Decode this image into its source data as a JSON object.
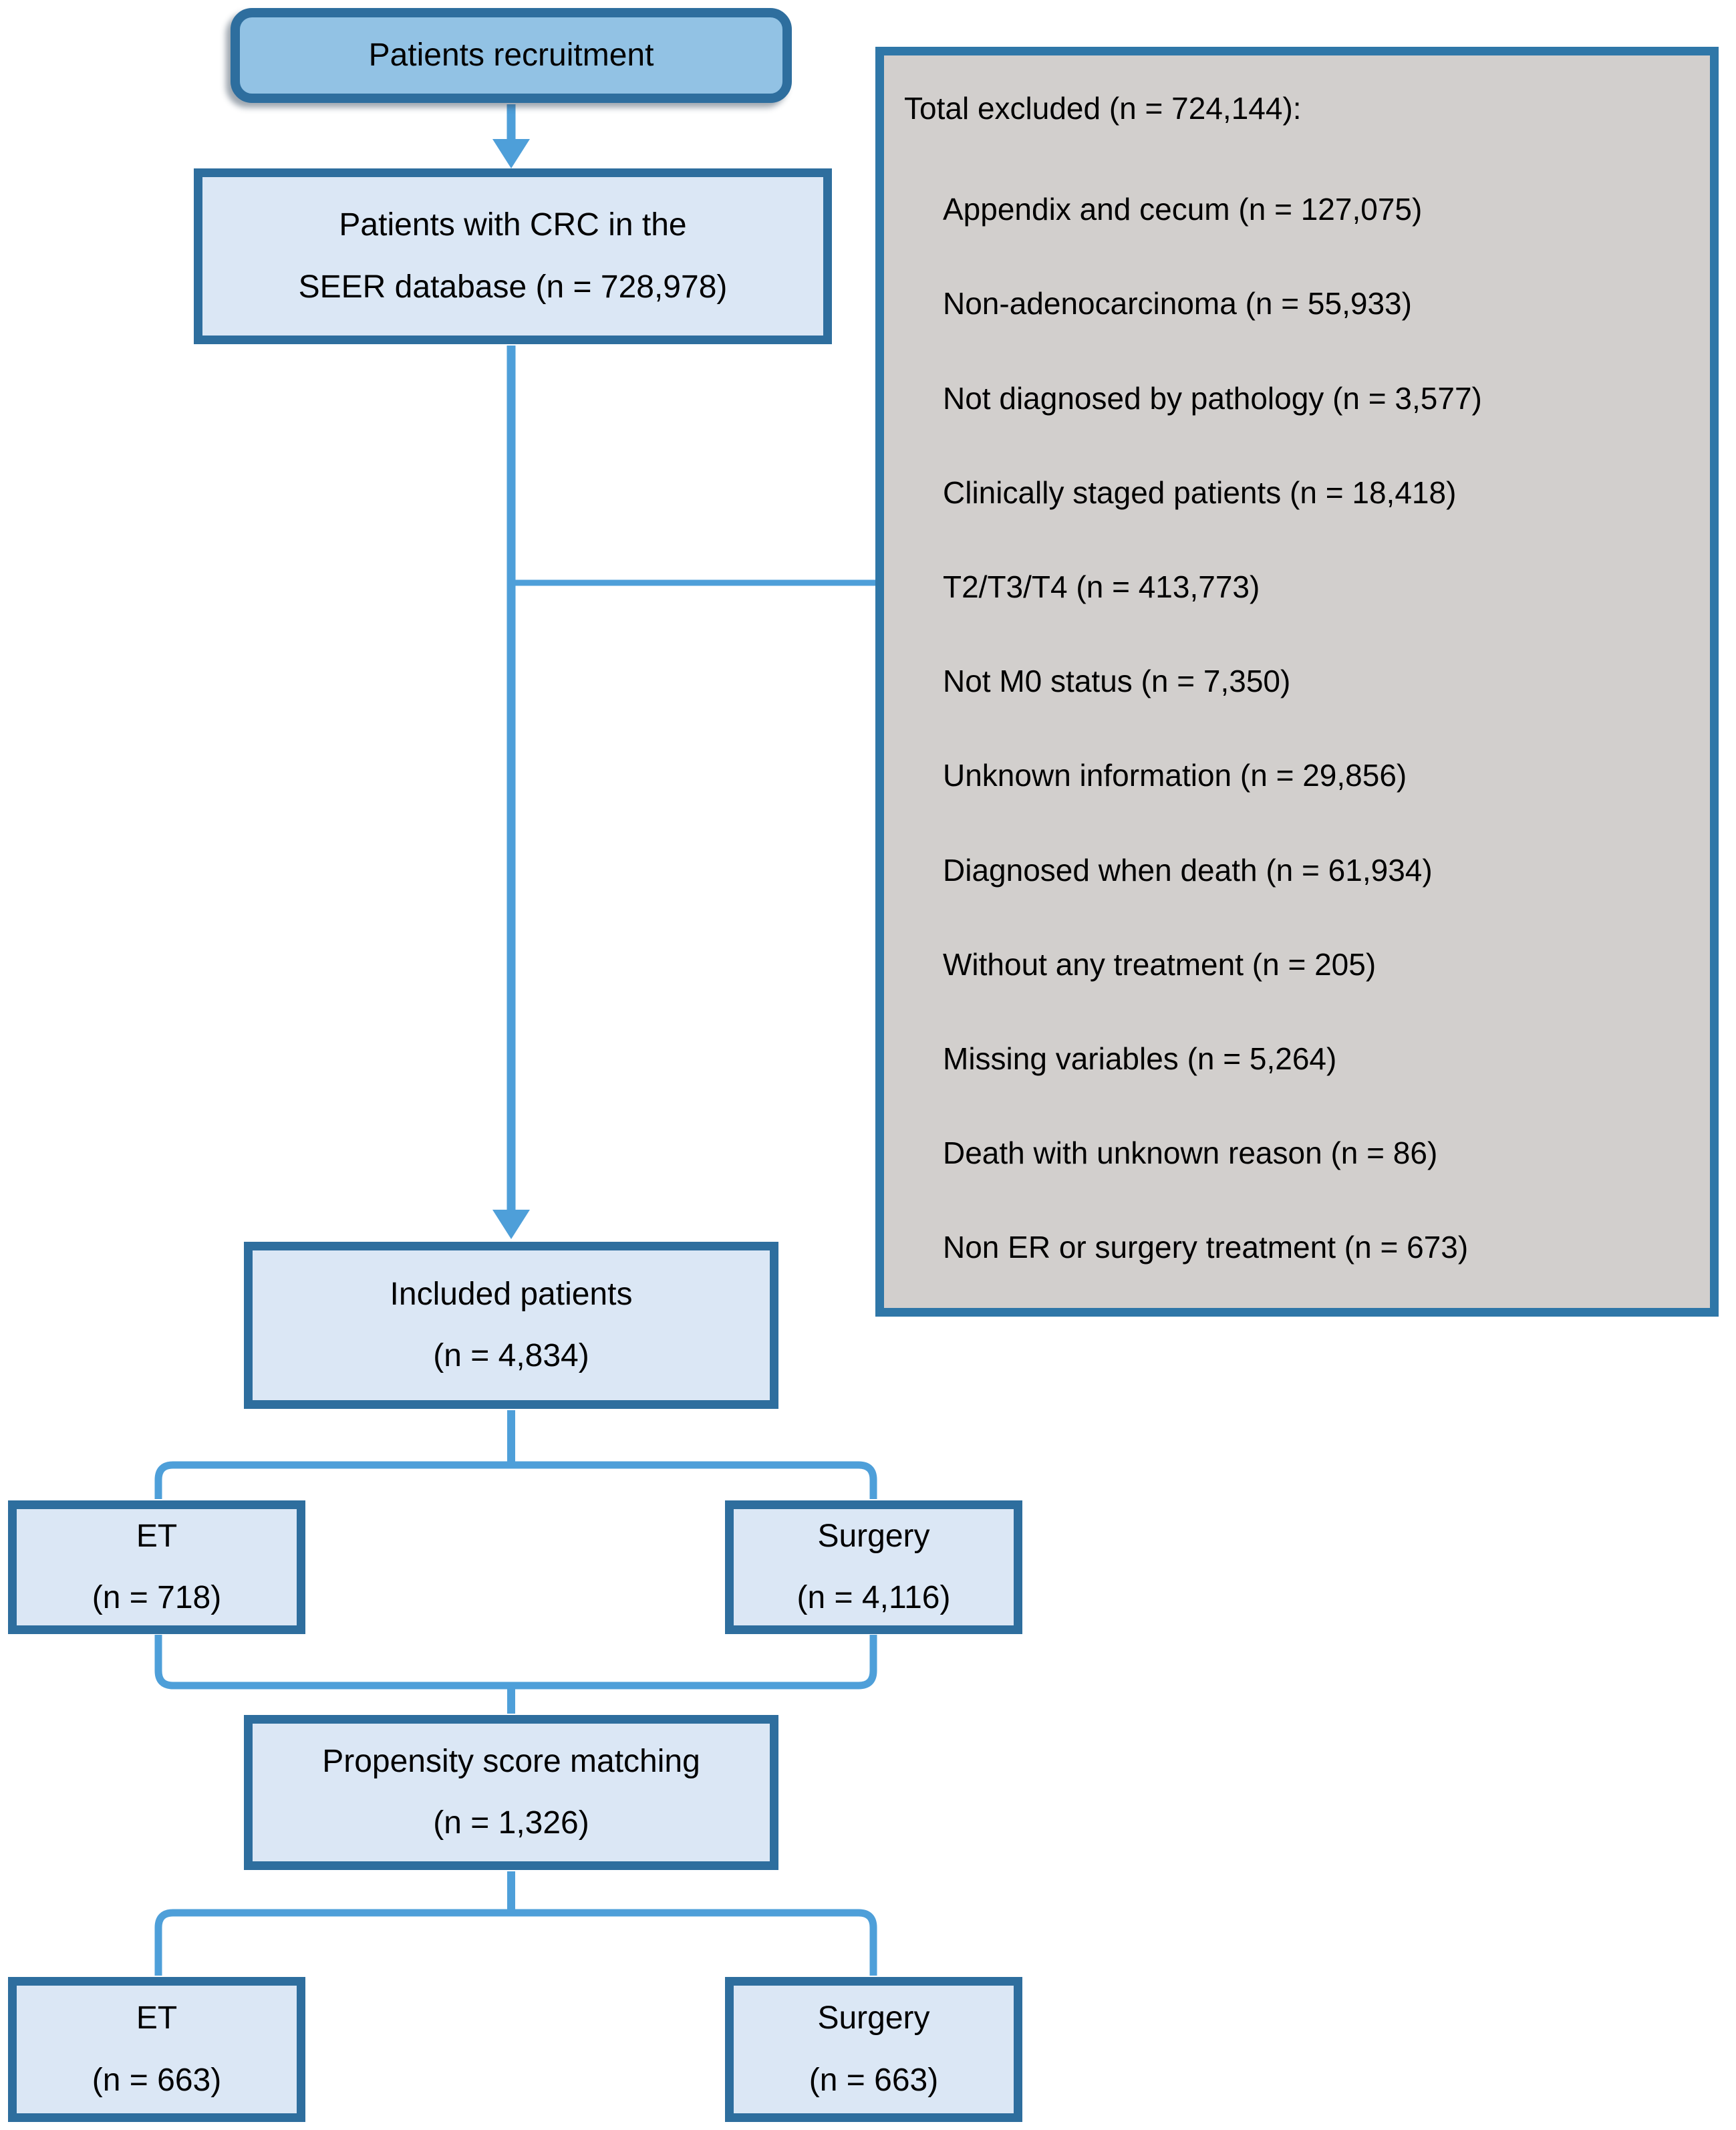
{
  "colors": {
    "connector": "#4E9FD9",
    "box_border": "#2E6E9E",
    "top_box_fill": "#92C2E4",
    "light_box_fill": "#DBE7F5",
    "gray_box_fill": "#D2CFCD",
    "gray_box_border": "#2F77A8",
    "text": "#000000"
  },
  "nodes": {
    "recruitment": {
      "label": "Patients recruitment"
    },
    "crc": {
      "line1": "Patients with CRC in the",
      "line2": "SEER database (n  =  728,978)"
    },
    "included": {
      "line1": "Included patients",
      "line2": "(n = 4,834)"
    },
    "et_pre": {
      "line1": "ET",
      "line2": "(n = 718)"
    },
    "surgery_pre": {
      "line1": "Surgery",
      "line2": "(n = 4,116)"
    },
    "psm": {
      "line1": "Propensity score matching",
      "line2": "(n = 1,326)"
    },
    "et_post": {
      "line1": "ET",
      "line2": "(n = 663)"
    },
    "surgery_post": {
      "line1": "Surgery",
      "line2": "(n = 663)"
    }
  },
  "excluded": {
    "header": "Total excluded (n = 724,144):",
    "items": [
      "Appendix and cecum (n = 127,075)",
      "Non-adenocarcinoma (n = 55,933)",
      "Not diagnosed by pathology (n = 3,577)",
      "Clinically staged patients (n = 18,418)",
      "T2/T3/T4 (n = 413,773)",
      "Not M0 status (n = 7,350)",
      "Unknown information (n = 29,856)",
      "Diagnosed when death (n = 61,934)",
      "Without any treatment (n = 205)",
      "Missing variables (n = 5,264)",
      "Death with unknown reason (n = 86)",
      "Non ER or surgery treatment (n = 673)"
    ]
  }
}
